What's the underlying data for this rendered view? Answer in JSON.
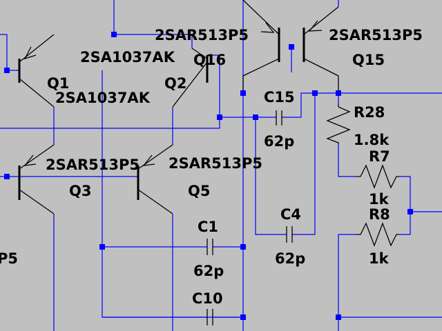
{
  "schematic": {
    "transistors": {
      "q1": {
        "ref": "Q1",
        "model": "2SA1037AK"
      },
      "q2": {
        "ref": "Q2",
        "model": "2SA1037AK"
      },
      "q3": {
        "ref": "Q3",
        "model": "2SAR513P5"
      },
      "q5": {
        "ref": "Q5",
        "model": "2SAR513P5"
      },
      "q15": {
        "ref": "Q15",
        "model": "2SAR513P5"
      },
      "q16": {
        "ref": "Q16",
        "model": "2SAR513P5"
      }
    },
    "capacitors": {
      "c1": {
        "ref": "C1",
        "value": "62p"
      },
      "c4": {
        "ref": "C4",
        "value": "62p"
      },
      "c10": {
        "ref": "C10",
        "value": ""
      },
      "c15": {
        "ref": "C15",
        "value": "62p"
      }
    },
    "resistors": {
      "r7": {
        "ref": "R7",
        "value": "1k"
      },
      "r8": {
        "ref": "R8",
        "value": "1k"
      },
      "r28": {
        "ref": "R28",
        "value": "1.8k"
      }
    },
    "partial_text": {
      "left_edge": "P5"
    }
  }
}
